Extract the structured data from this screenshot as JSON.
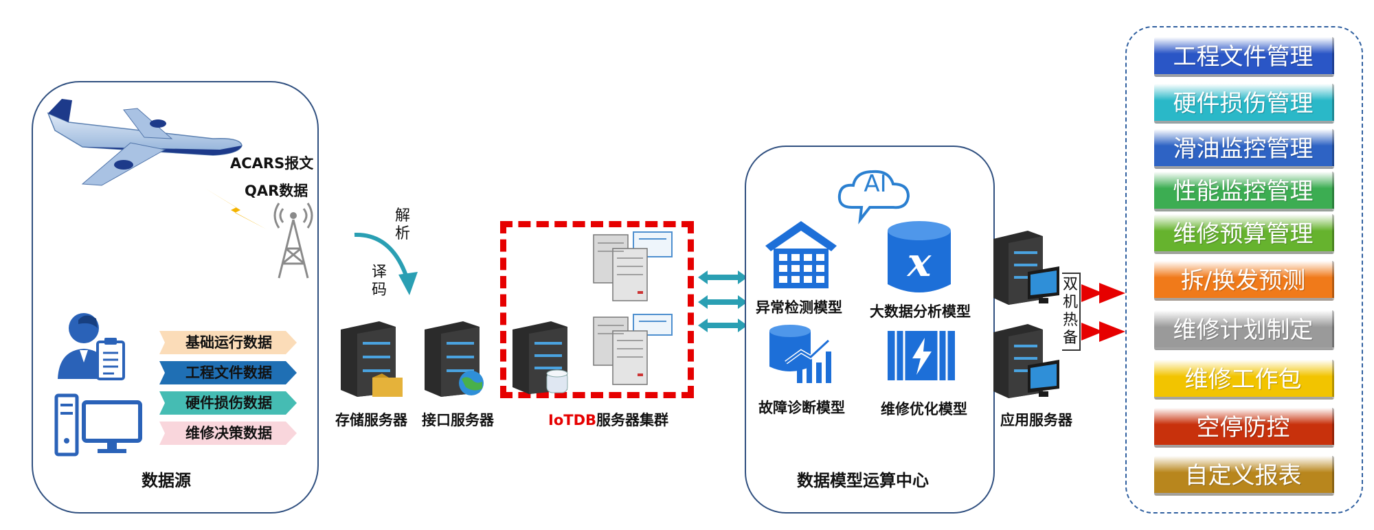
{
  "source": {
    "acars_label": "ACARS报文",
    "qar_label": "QAR数据",
    "items": [
      "基础运行数据",
      "工程文件数据",
      "硬件损伤数据",
      "维修决策数据"
    ],
    "item_colors": [
      "#fbdcb8",
      "#1f6fb4",
      "#45bcb3",
      "#f9d6dc"
    ],
    "title": "数据源"
  },
  "transfer": {
    "parse_chars": [
      "解",
      "析"
    ],
    "decode_chars": [
      "译",
      "码"
    ]
  },
  "servers": {
    "storage_label": "存储服务器",
    "interface_label": "接口服务器",
    "cluster_label_red": "IoTDB",
    "cluster_label_rest": "服务器集群"
  },
  "compute": {
    "ai_label": "AI",
    "models": [
      "异常检测模型",
      "大数据分析模型",
      "故障诊断模型",
      "维修优化模型"
    ],
    "title": "数据模型运算中心"
  },
  "app": {
    "label": "应用服务器",
    "hot_standby_chars": [
      "双",
      "机",
      "热",
      "备"
    ]
  },
  "modules": {
    "items": [
      "工程文件管理",
      "硬件损伤管理",
      "滑油监控管理",
      "性能监控管理",
      "维修预算管理",
      "拆/换发预测",
      "维修计划制定",
      "维修工作包",
      "空停防控",
      "自定义报表"
    ],
    "colors": [
      "#2a56c6",
      "#2ab8c8",
      "#2e63c4",
      "#3cad52",
      "#66b32e",
      "#f07a1a",
      "#9a9a9a",
      "#f2c400",
      "#c8310c",
      "#b8861d"
    ]
  }
}
